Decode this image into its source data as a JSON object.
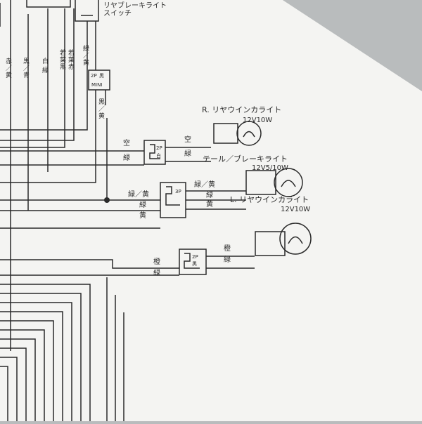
{
  "labels": {
    "rear_brake_switch_line1": "リヤブレーキライト",
    "rear_brake_switch_line2": "スイッチ",
    "r_winker": "R. リヤウインカライト",
    "r_winker_spec": "12V10W",
    "tail_brake": "テール／ブレーキライト",
    "tail_brake_spec": "12V5/10W",
    "l_winker": "L. リヤウインカライト",
    "l_winker_spec": "12V10W"
  },
  "wires": {
    "red_yellow_a": "赤",
    "red_yellow_b": "／",
    "red_yellow_c": "黄",
    "black_blue_a": "黒",
    "black_blue_b": "／",
    "black_blue_c": "青",
    "white_a": "白",
    "white_b": "緑",
    "lblue_black_a": "若",
    "lblue_black_b": "葉",
    "lblue_black_c": "黒",
    "lblue_red_a": "若",
    "lblue_red_b": "葉",
    "lblue_red_c": "赤",
    "green_yellow_top_a": "緑",
    "green_yellow_top_b": "／",
    "green_yellow_top_c": "黄",
    "black_yellow_a": "黒",
    "black_yellow_b": "／",
    "black_yellow_c": "黄",
    "sky_left": "空",
    "green_left": "緑",
    "sky_right": "空",
    "green_right": "緑",
    "gy_left": "緑／黄",
    "g_left": "緑",
    "y_left": "黄",
    "gy_right": "緑／黄",
    "g_right": "緑",
    "y_right": "黄",
    "orange_left": "橙",
    "green_left2": "緑",
    "orange_right": "橙",
    "green_right2": "緑"
  },
  "connectors": {
    "mini_pins": "2P",
    "mini_color": "黒",
    "mini_tag": "MINI",
    "c1_pins": "2P",
    "c1_color": "白",
    "c2_pins": "3P",
    "c3_pins": "2P",
    "c3_color": "黒"
  },
  "colors": {
    "paper": "#f4f4f2",
    "line": "#2a2a2a",
    "shadow": "#b9bcbd"
  }
}
